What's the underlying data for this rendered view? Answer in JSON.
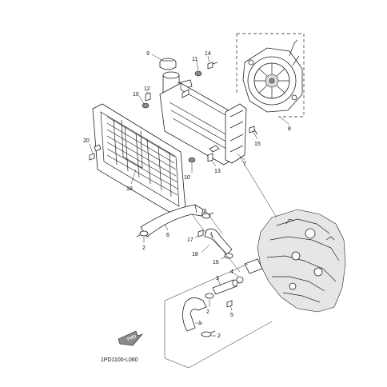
{
  "diagram": {
    "code": "1PD1100-L060",
    "fwd_label": "FWD",
    "callouts": {
      "c9": "9",
      "c11": "11",
      "c14": "14",
      "c12": "12",
      "c10a": "10",
      "c8": "8",
      "c15": "15",
      "c20": "20",
      "c7": "7",
      "c13": "13",
      "c10b": "10",
      "c19": "19",
      "c2a": "2",
      "c6": "6",
      "c2b": "2",
      "c17": "17",
      "c18": "18",
      "c16": "16",
      "c3": "3",
      "c4": "4",
      "c2c": "2",
      "c5": "5",
      "c1": "1",
      "c2d": "2"
    }
  }
}
